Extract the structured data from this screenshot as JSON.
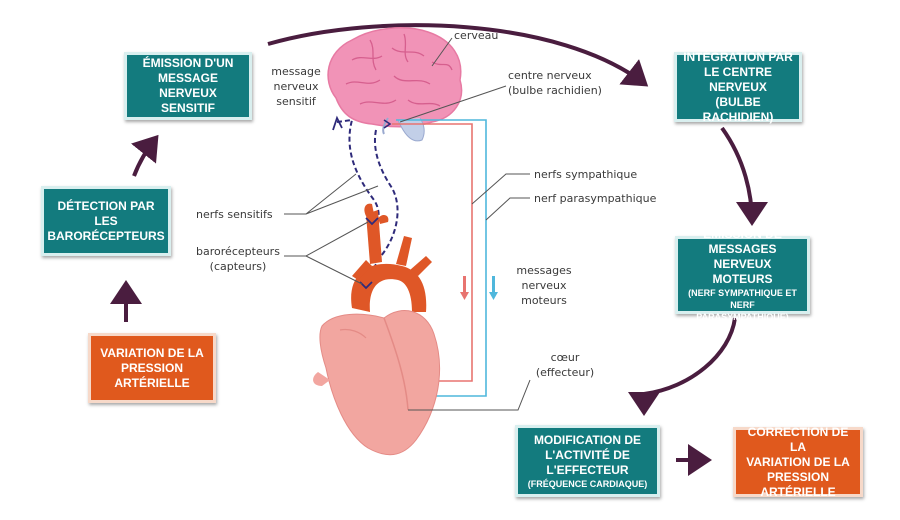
{
  "boxes": {
    "emission_sensory": [
      "Émission d'un message",
      "nerveux sensitif"
    ],
    "integration": [
      "Intégration par",
      "le centre nerveux",
      "(bulbe rachidien)"
    ],
    "detection": [
      "Détection par les",
      "barorécepteurs"
    ],
    "emission_motor": [
      "Émission de messages",
      "nerveux moteurs"
    ],
    "emission_motor_sub": [
      "(nerf sympathique et",
      "nerf parasympathique)"
    ],
    "variation": [
      "Variation de la",
      "pression artérielle"
    ],
    "modification": [
      "Modification de",
      "l'activité de l'effecteur"
    ],
    "modification_sub": "(fréquence cardiaque)",
    "correction": [
      "Correction de la",
      "variation de la",
      "pression artérielle"
    ]
  },
  "labels": {
    "cerveau": "cerveau",
    "message_sensitif": [
      "message",
      "nerveux",
      "sensitif"
    ],
    "centre_nerveux": [
      "centre nerveux",
      "(bulbe rachidien)"
    ],
    "nerfs_sympathique": "nerfs sympathique",
    "nerf_parasympathique": "nerf parasympathique",
    "nerfs_sensitifs": "nerfs sensitifs",
    "barorecepteurs": [
      "barorécepteurs",
      "(capteurs)"
    ],
    "messages_moteurs": [
      "messages",
      "nerveux",
      "moteurs"
    ],
    "coeur": [
      "cœur",
      "(effecteur)"
    ]
  },
  "colors": {
    "teal": "#137b7e",
    "orange": "#e0591d",
    "arrow": "#4a1d3f",
    "sympathetic": "#e87470",
    "parasympathetic": "#4fb7dc",
    "sensory": "#2e2a7a"
  }
}
